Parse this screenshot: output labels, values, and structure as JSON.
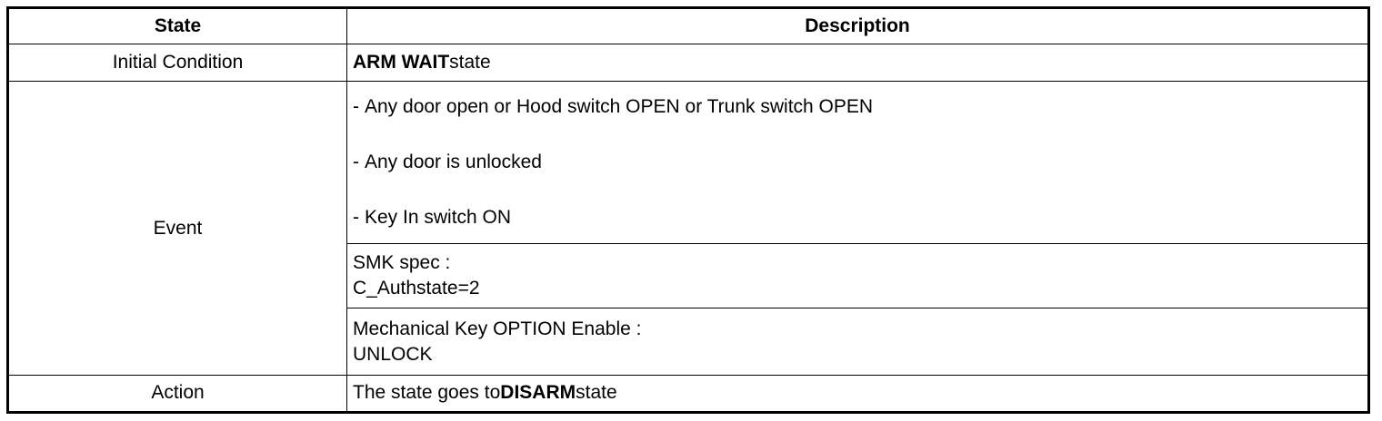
{
  "table": {
    "headers": {
      "state": "State",
      "description": "Description"
    },
    "initial": {
      "state": "Initial Condition",
      "desc_bold": "ARM WAIT",
      "desc_rest": "state"
    },
    "event": {
      "state": "Event",
      "dash": "-",
      "items": [
        "Any door open or Hood switch OPEN or Trunk switch OPEN",
        "Any door is unlocked",
        "Key In switch ON"
      ],
      "smk_line1": "SMK spec :",
      "smk_line2": "C_Authstate=2",
      "mech_line1": "Mechanical Key OPTION Enable :",
      "mech_line2": "UNLOCK"
    },
    "action": {
      "state": "Action",
      "desc_pre": "The state goes to",
      "desc_bold": "DISARM",
      "desc_post": "state"
    }
  }
}
